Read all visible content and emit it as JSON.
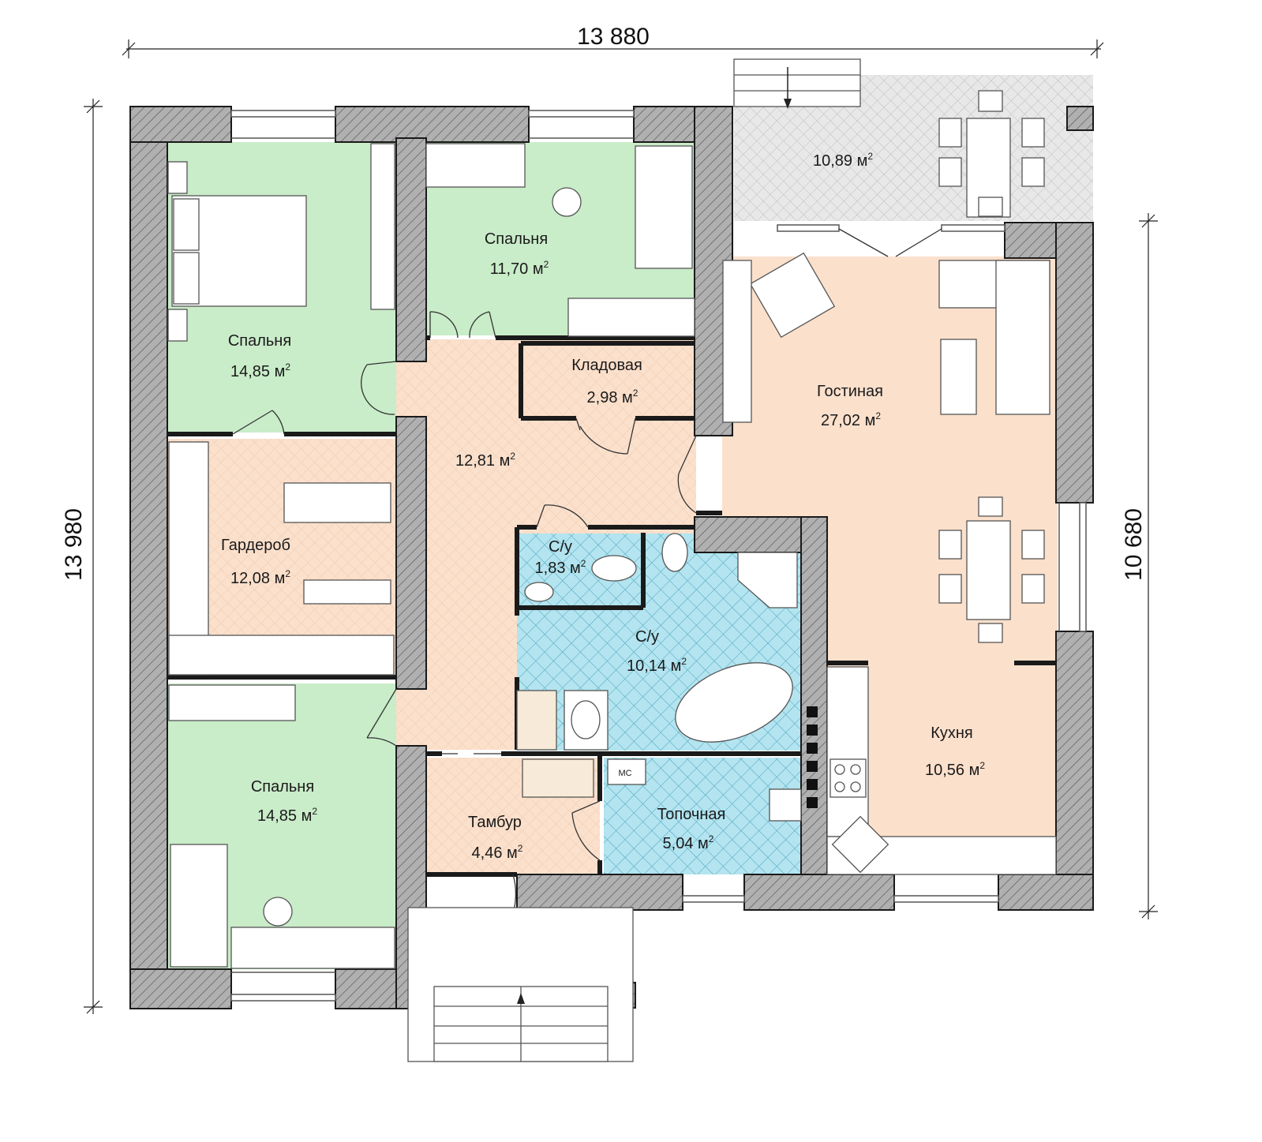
{
  "dimensions": {
    "overall_width": "13 880",
    "overall_depth": "13 980",
    "right_depth": "10 680"
  },
  "unit_superscript": "2",
  "rooms": [
    {
      "id": "bedroom_top_left",
      "name": "Спальня",
      "area": "14,85 м"
    },
    {
      "id": "bedroom_top_mid",
      "name": "Спальня",
      "area": "11,70 м"
    },
    {
      "id": "terrace",
      "name": "",
      "area": "10,89 м"
    },
    {
      "id": "pantry",
      "name": "Кладовая",
      "area": "2,98 м"
    },
    {
      "id": "living",
      "name": "Гостиная",
      "area": "27,02 м"
    },
    {
      "id": "hall",
      "name": "",
      "area": "12,81 м"
    },
    {
      "id": "wardrobe",
      "name": "Гардероб",
      "area": "12,08 м"
    },
    {
      "id": "wc_small",
      "name": "С/у",
      "area": "1,83 м"
    },
    {
      "id": "bathroom",
      "name": "С/у",
      "area": "10,14 м"
    },
    {
      "id": "kitchen",
      "name": "Кухня",
      "area": "10,56 м"
    },
    {
      "id": "bedroom_bottom_left",
      "name": "Спальня",
      "area": "14,85 м"
    },
    {
      "id": "vestibule",
      "name": "Тамбур",
      "area": "4,46 м"
    },
    {
      "id": "boiler",
      "name": "Топочная",
      "area": "5,04 м"
    }
  ],
  "equipment": {
    "boiler_label": "МС"
  },
  "colors": {
    "wall": "#a9a9a9",
    "bedroom": "#c9ecc9",
    "common": "#fbe0cc",
    "wet": "#b3e4ef",
    "terrace": "#e6e6e6"
  }
}
